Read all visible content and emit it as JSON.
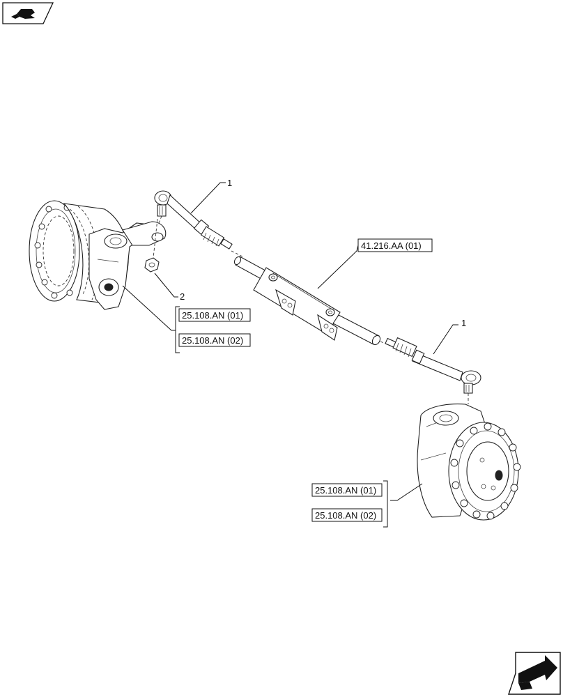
{
  "callouts": {
    "item_1_upper": "1",
    "item_1_lower": "1",
    "item_2": "2"
  },
  "references": {
    "cylinder": "41.216.AA (01)",
    "left_hub_a": "25.108.AN (01)",
    "left_hub_b": "25.108.AN (02)",
    "right_hub_a": "25.108.AN (01)",
    "right_hub_b": "25.108.AN (02)"
  },
  "icons": {
    "top_left": "book-hand-icon",
    "bottom_right": "next-page-arrow-icon"
  }
}
